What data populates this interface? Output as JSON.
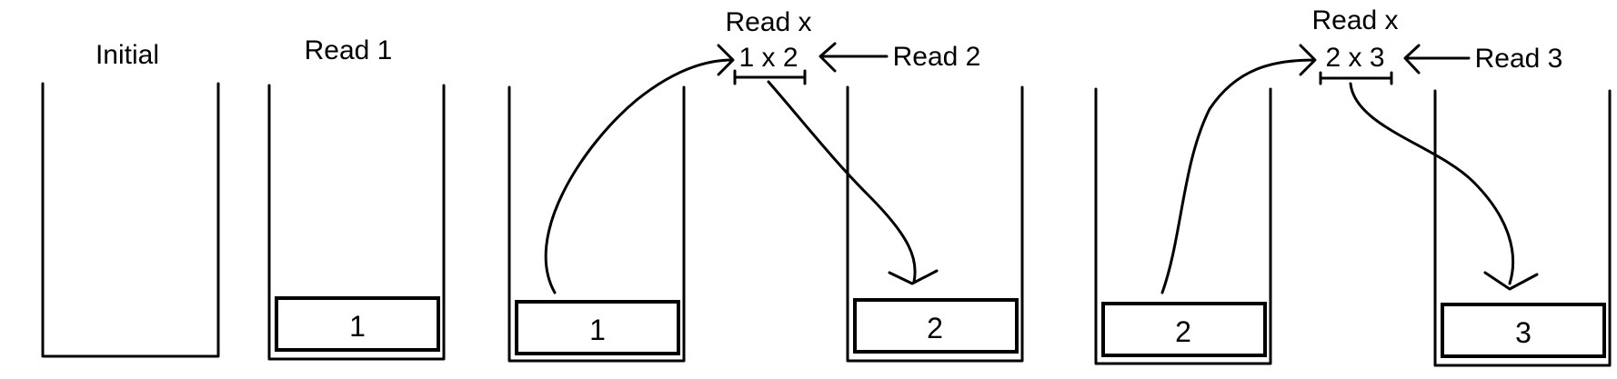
{
  "stacks": [
    {
      "label": "Initial",
      "items": []
    },
    {
      "label": "Read 1",
      "items": [
        "1"
      ]
    },
    {
      "label": "",
      "items": [
        "1"
      ]
    },
    {
      "label": "",
      "items": [
        "2"
      ]
    },
    {
      "label": "",
      "items": [
        "2"
      ]
    },
    {
      "label": "",
      "items": [
        "3"
      ]
    }
  ],
  "operations": [
    {
      "above": "Read x",
      "expression": "1 x 2",
      "input": "Read 2"
    },
    {
      "above": "Read x",
      "expression": "2 x 3",
      "input": "Read 3"
    }
  ]
}
